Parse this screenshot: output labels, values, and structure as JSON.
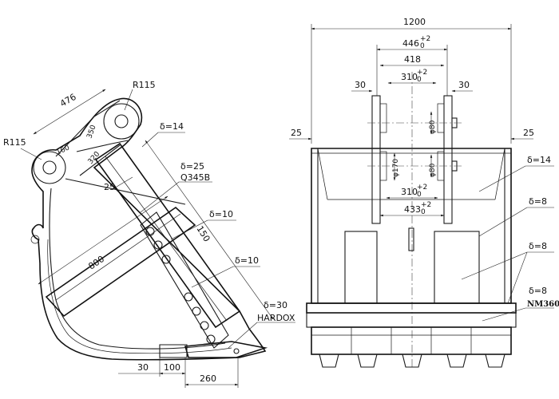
{
  "side_view": {
    "r115_top": "R115",
    "r115_left": "R115",
    "pin_spacing": "476",
    "d160": "160",
    "d350": "350",
    "d320": "320",
    "d25": "25",
    "t14": "δ=14",
    "t25": "δ=25",
    "material_q345b": "Q345B",
    "t10a": "δ=10",
    "t10b": "δ=10",
    "d150": "150",
    "d800": "800",
    "t30": "δ=30",
    "material_hardox": "HARDOX",
    "d30": "30",
    "d100": "100",
    "d260": "260"
  },
  "front_view": {
    "width_1200": "1200",
    "dim_446": "446",
    "tol_446": "+2",
    "tol_446_low": "0",
    "dim_418": "418",
    "dim_310_top": "310",
    "tol_310_top": "+2",
    "tol_310_top_low": "0",
    "dim_30_left": "30",
    "dim_30_right": "30",
    "dim_25_left": "25",
    "dim_25_right": "25",
    "phi80_top": "φ80",
    "phi170": "φ170",
    "phi80_bottom": "φ80",
    "dim_310_bottom": "310",
    "tol_310_bottom": "+2",
    "tol_310_bottom_low": "0",
    "dim_433": "433",
    "tol_433": "+2",
    "tol_433_low": "0",
    "t14": "δ=14",
    "t8a": "δ=8",
    "t8b": "δ=8",
    "t8c": "δ=8",
    "material_nm360": "NM360"
  }
}
